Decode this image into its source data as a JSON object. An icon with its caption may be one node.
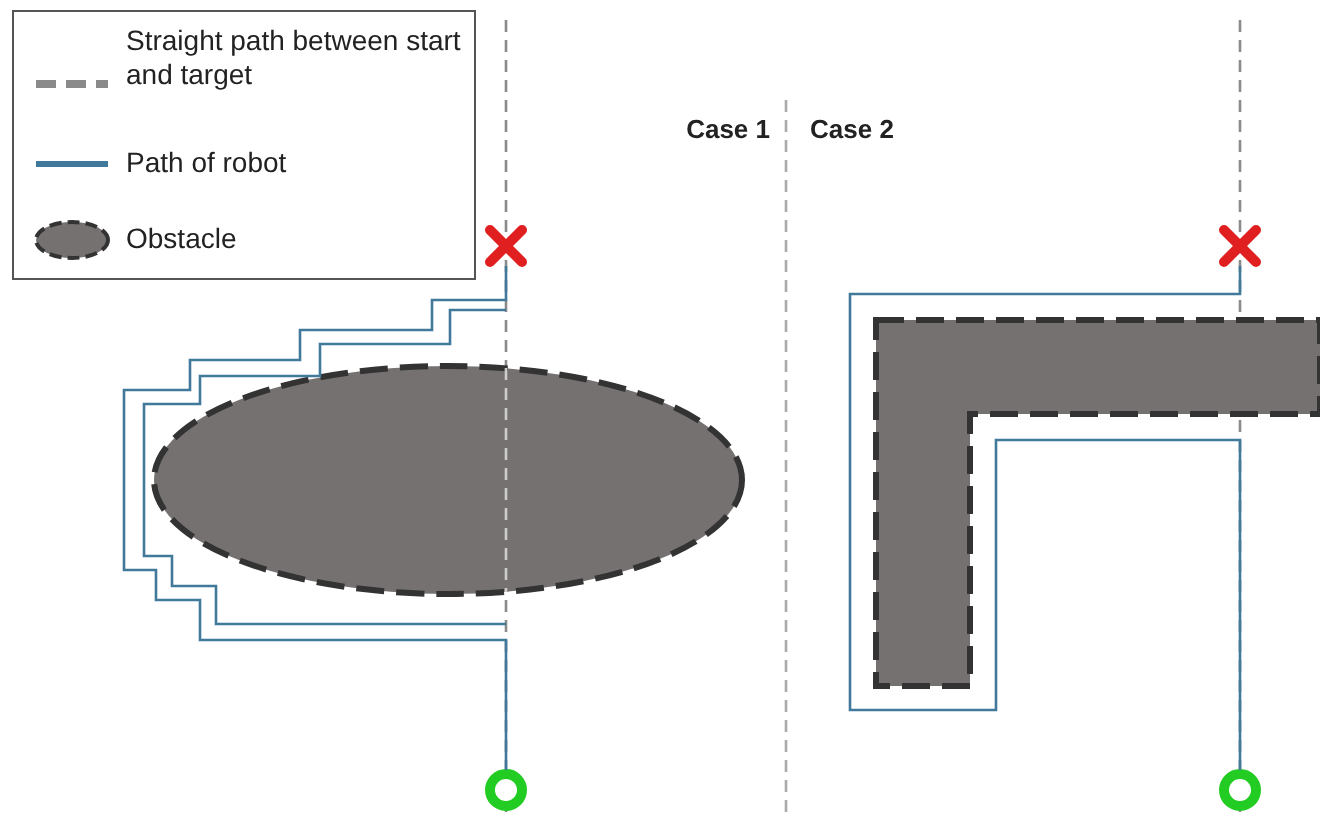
{
  "diagram": {
    "nodes": [
      {
        "text": [],
        "shape": "cross"
      },
      {
        "text": [],
        "shape": "circle"
      },
      {
        "text": [],
        "shape": "ellipse"
      },
      {
        "text": [],
        "shape": "cross"
      },
      {
        "text": [],
        "shape": "circle"
      },
      {
        "text": [],
        "shape": "polygon"
      }
    ],
    "edges": [
      {
        "from": 1,
        "to": 0,
        "arrow": "none"
      },
      {
        "from": 4,
        "to": 3,
        "arrow": "none"
      }
    ],
    "labels": [
      "Case 1",
      "Case 2"
    ],
    "legend": [
      {
        "text": "Straight path between start and target"
      },
      {
        "text": "Path of robot"
      },
      {
        "text": "Obstacle"
      }
    ]
  }
}
